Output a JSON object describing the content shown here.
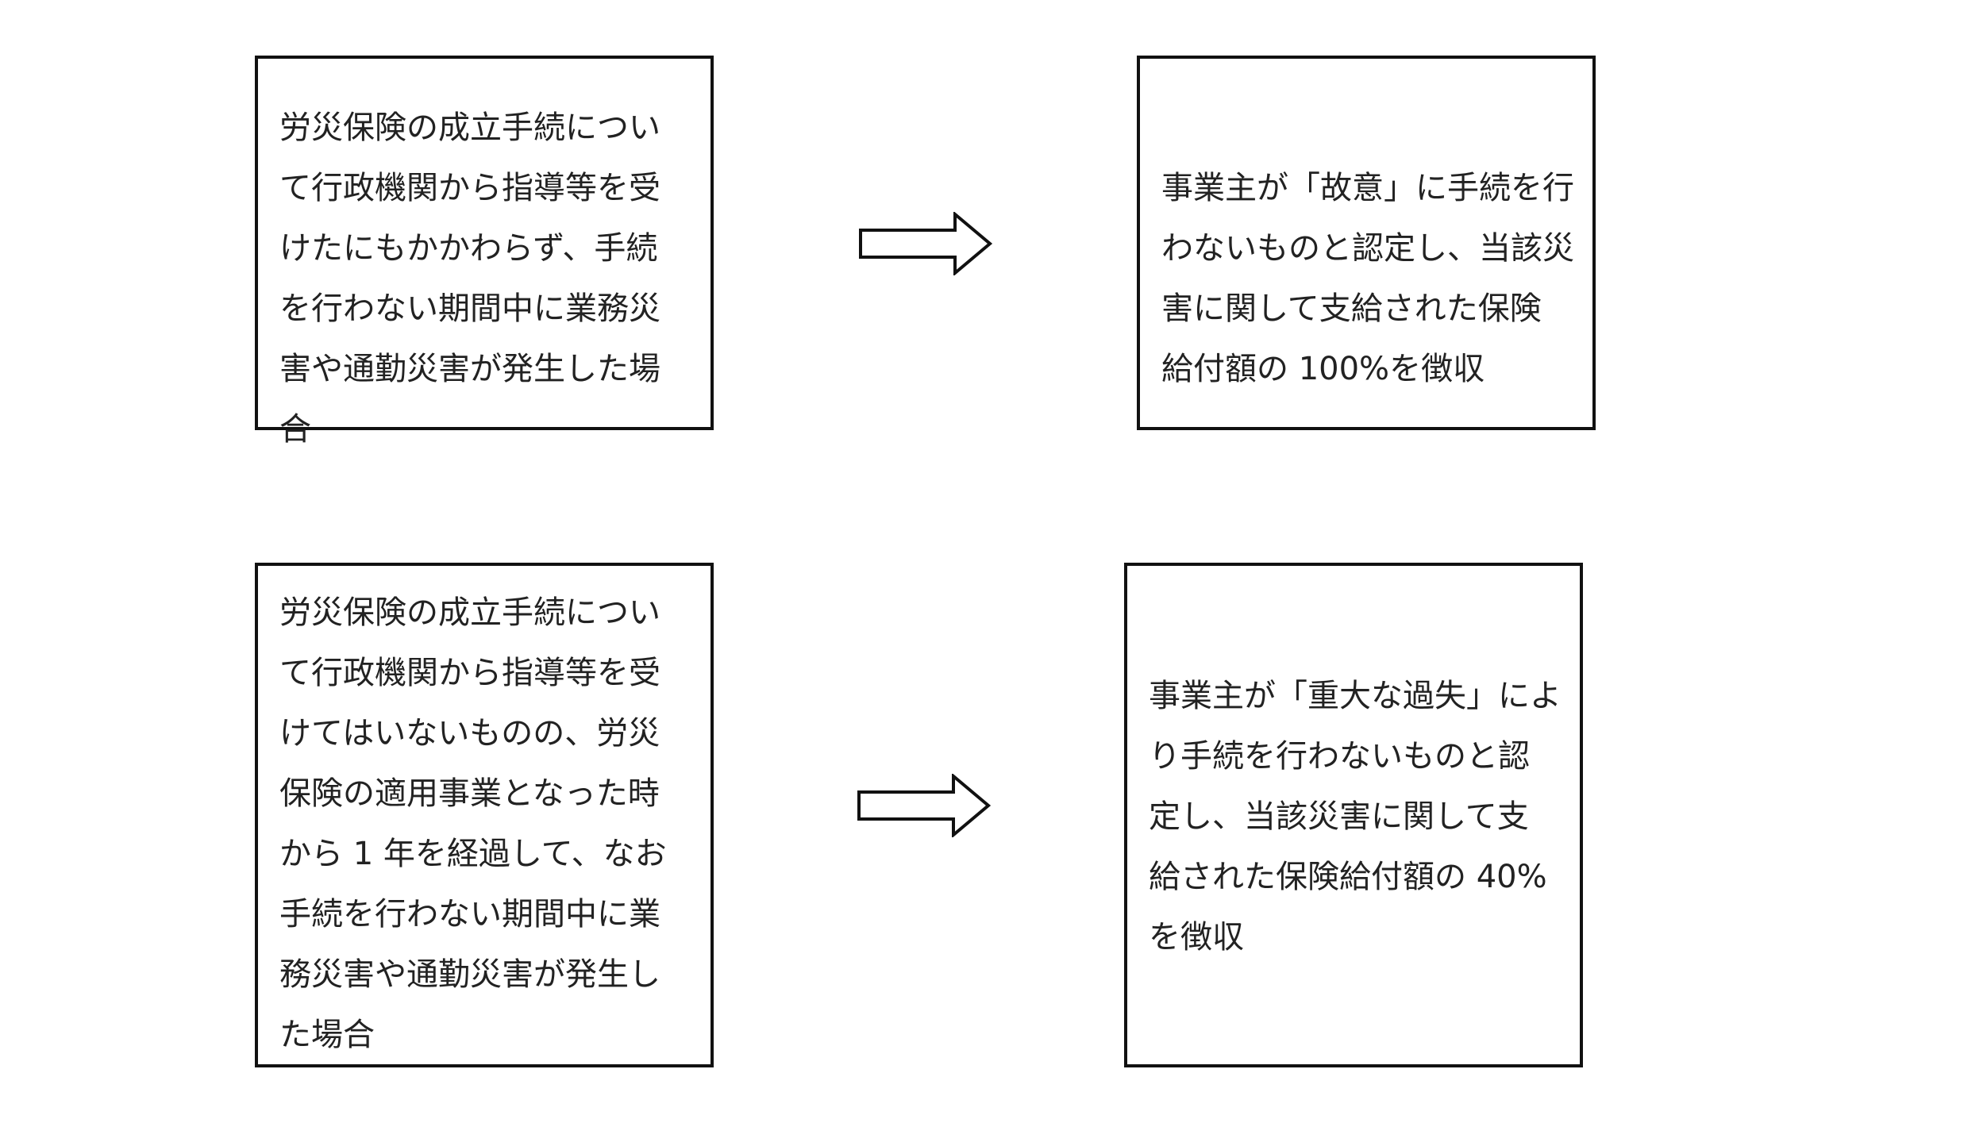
{
  "diagram": {
    "rows": [
      {
        "condition_lines": [
          "労災保険の成立手続につい",
          "て行政機関から指導等を受",
          "けたにもかかわらず、手続",
          "を行わない期間中に業務災",
          "害や通勤災害が発生した場",
          "合"
        ],
        "result_lines": [
          "事業主が「故意」に手続を行",
          "わないものと認定し、当該災",
          "害に関して支給された保険",
          "給付額の 100%を徴収"
        ]
      },
      {
        "condition_lines": [
          "労災保険の成立手続につい",
          "て行政機関から指導等を受",
          "けてはいないものの、労災",
          "保険の適用事業となった時",
          "から 1 年を経過して、なお",
          "手続を行わない期間中に業",
          "務災害や通勤災害が発生し",
          "た場合"
        ],
        "result_lines": [
          "事業主が「重大な過失」によ",
          "り手続を行わないものと認",
          "定し、当該災害に関して支",
          "給された保険給付額の 40%",
          "を徴収"
        ]
      }
    ],
    "colors": {
      "border": "#111111",
      "text": "#222222",
      "background": "#ffffff"
    },
    "icons": {
      "arrow": "right-arrow-icon"
    }
  }
}
